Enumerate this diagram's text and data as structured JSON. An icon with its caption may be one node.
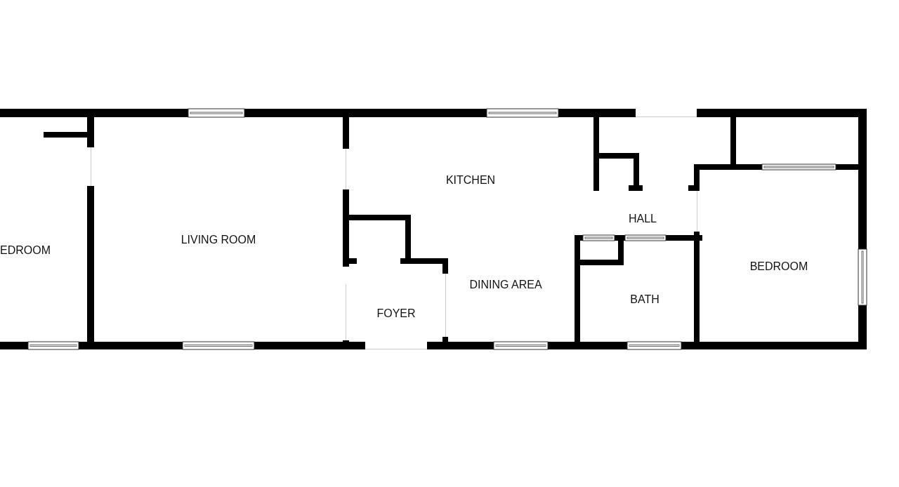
{
  "diagram": {
    "labels": [
      "KITCHEN",
      "HALL",
      "LIVING ROOM",
      "EDROOM",
      "BEDROOM",
      "DINING AREA",
      "BATH",
      "FOYER"
    ]
  }
}
